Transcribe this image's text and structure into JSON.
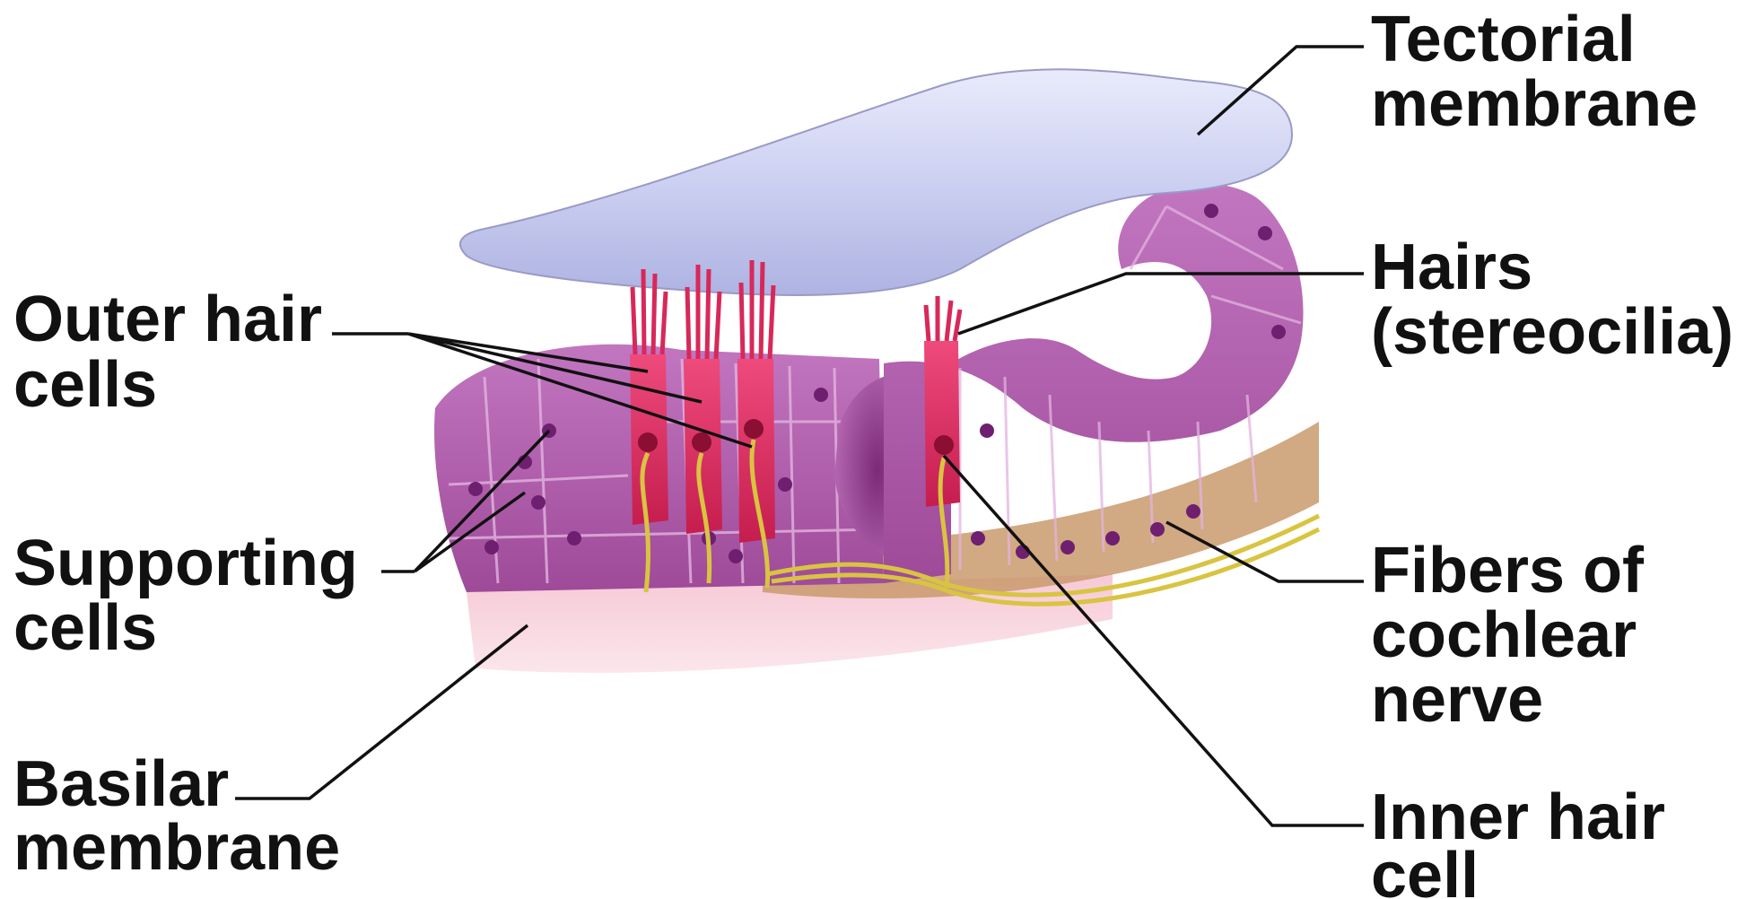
{
  "labels": {
    "tectorial_membrane": [
      "Tectorial",
      "membrane"
    ],
    "hairs_stereocilia": [
      "Hairs",
      "(stereocilia)"
    ],
    "outer_hair_cells": [
      "Outer hair",
      "cells"
    ],
    "supporting_cells": [
      "Supporting",
      "cells"
    ],
    "fibers_cochlear_nerve": [
      "Fibers of",
      "cochlear",
      "nerve"
    ],
    "basilar_membrane": [
      "Basilar",
      "membrane"
    ],
    "inner_hair_cell": [
      "Inner hair",
      "cell"
    ]
  },
  "colors": {
    "tectorial_membrane": "#c9cdf0",
    "supporting_cells": "#b05aa8",
    "hair_cells": "#d8285a",
    "nerve_fibers": "#d9c441",
    "basilar_membrane": "#f2b6c8",
    "connective_tissue": "#c99a6c"
  }
}
